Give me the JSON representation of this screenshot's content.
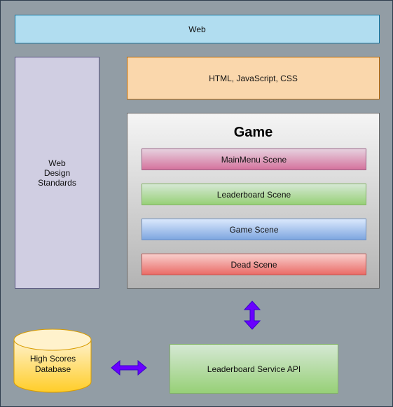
{
  "web": {
    "label": "Web"
  },
  "standards": {
    "label": "Web\nDesign\nStandards"
  },
  "tech": {
    "label": "HTML, JavaScript, CSS"
  },
  "game": {
    "title": "Game",
    "scenes": [
      {
        "label": "MainMenu Scene",
        "color": "#d5739d"
      },
      {
        "label": "Leaderboard Scene",
        "color": "#97d077"
      },
      {
        "label": "Game Scene",
        "color": "#7ea6e0"
      },
      {
        "label": "Dead Scene",
        "color": "#ea6b66"
      }
    ]
  },
  "database": {
    "label": "High Scores\nDatabase",
    "color": "#ffcd28"
  },
  "api": {
    "label": "Leaderboard Service API"
  },
  "arrow_color": "#6a00ff"
}
